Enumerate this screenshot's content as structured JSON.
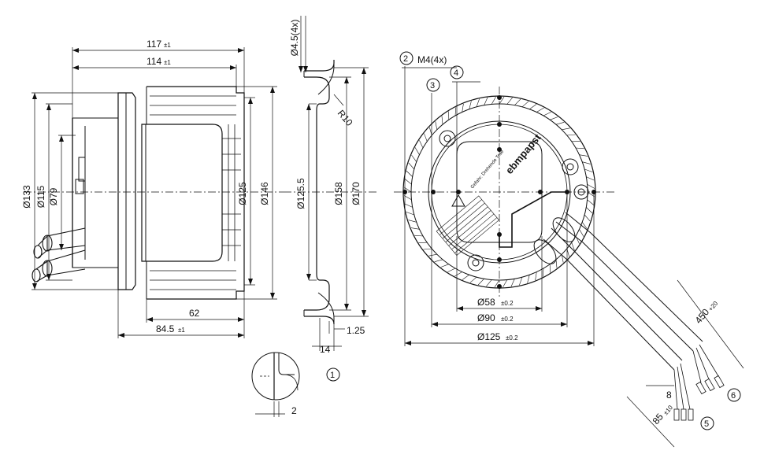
{
  "side_view": {
    "d133": "Ø133",
    "d115": "Ø115",
    "d79": "Ø79",
    "d125": "Ø125",
    "d146": "Ø146",
    "len117": "117",
    "len117_tol": "±1",
    "len114": "114",
    "len114_tol": "±1",
    "len62": "62",
    "len84": "84.5",
    "len84_tol": "±1"
  },
  "section_view": {
    "holes": "Ø4.5(4x)",
    "radius": "R10",
    "d125_5": "Ø125.5",
    "d158": "Ø158",
    "d170": "Ø170",
    "len14": "14",
    "len1_25": "1.25"
  },
  "detail_view": {
    "callout": "1",
    "len2": "2"
  },
  "front_view": {
    "callout2": "2",
    "callout3": "3",
    "callout4": "4",
    "callout5": "5",
    "callout6": "6",
    "thread": "M4(4x)",
    "d58": "Ø58",
    "d58_tol": "±0.2",
    "d90": "Ø90",
    "d90_tol": "±0.2",
    "d125": "Ø125",
    "d125_tol": "±0.2",
    "cable_len": "450",
    "cable_tol": "+20",
    "strip_len": "85",
    "strip_tol": "±10",
    "wire_strip": "8",
    "logo": "ebmpapst",
    "label_text": "Gefahr: Drehende Teile"
  },
  "colors": {
    "line": "#111111",
    "paper": "#ffffff"
  }
}
